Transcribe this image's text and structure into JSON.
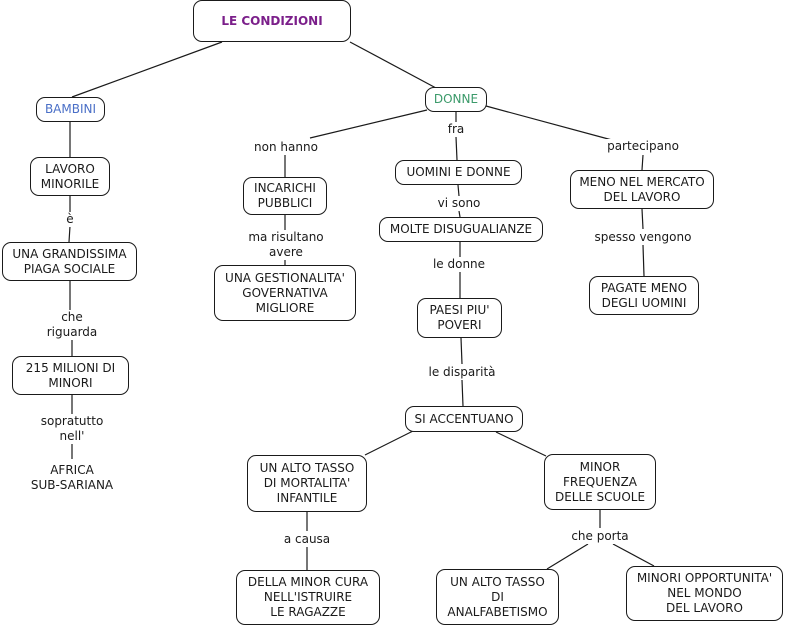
{
  "diagram": {
    "title": "LE CONDIZIONI",
    "colors": {
      "title_text": "#7b1f8a",
      "bambini_text": "#4a6fc7",
      "donne_text": "#3b9a6a",
      "default_text": "#1a1a1a",
      "lines": "#1a1a1a"
    },
    "nodes": {
      "root": "LE CONDIZIONI",
      "bambini": "BAMBINI",
      "donne": "DONNE",
      "lavoro_minorile": "LAVORO\nMINORILE",
      "piaga_sociale": "UNA GRANDISSIMA\nPIAGA SOCIALE",
      "milioni_minori": "215 MILIONI DI\nMINORI",
      "africa": "AFRICA\nSUB-SARIANA",
      "incarichi": "INCARICHI\nPUBBLICI",
      "gestionalita": "UNA GESTIONALITA'\nGOVERNATIVA\nMIGLIORE",
      "uomini_donne": "UOMINI E DONNE",
      "disugualianze": "MOLTE DISUGUALIANZE",
      "paesi_poveri": "PAESI PIU'\nPOVERI",
      "si_accentuano": "SI ACCENTUANO",
      "mortalita": "UN ALTO TASSO\nDI MORTALITA'\nINFANTILE",
      "minor_cura": "DELLA MINOR CURA\nNELL'ISTRUIRE\nLE RAGAZZE",
      "minor_frequenza": "MINOR\nFREQUENZA\nDELLE SCUOLE",
      "analfabetismo": "UN ALTO TASSO\nDI\nANALFABETISMO",
      "opportunita": "MINORI OPPORTUNITA'\nNEL MONDO\nDEL LAVORO",
      "mercato_lavoro": "MENO NEL MERCATO\nDEL LAVORO",
      "pagate_meno": "PAGATE MENO\nDEGLI UOMINI"
    },
    "links": {
      "e": "è",
      "che_riguarda": "che\nriguarda",
      "sopratutto": "sopratutto\nnell'",
      "non_hanno": "non hanno",
      "ma_risultano": "ma risultano\navere",
      "fra": "fra",
      "vi_sono": "vi sono",
      "le_donne": "le donne",
      "le_disparita": "le disparità",
      "a_causa": "a causa",
      "che_porta": "che porta",
      "partecipano": "partecipano",
      "spesso_vengono": "spesso vengono"
    }
  }
}
